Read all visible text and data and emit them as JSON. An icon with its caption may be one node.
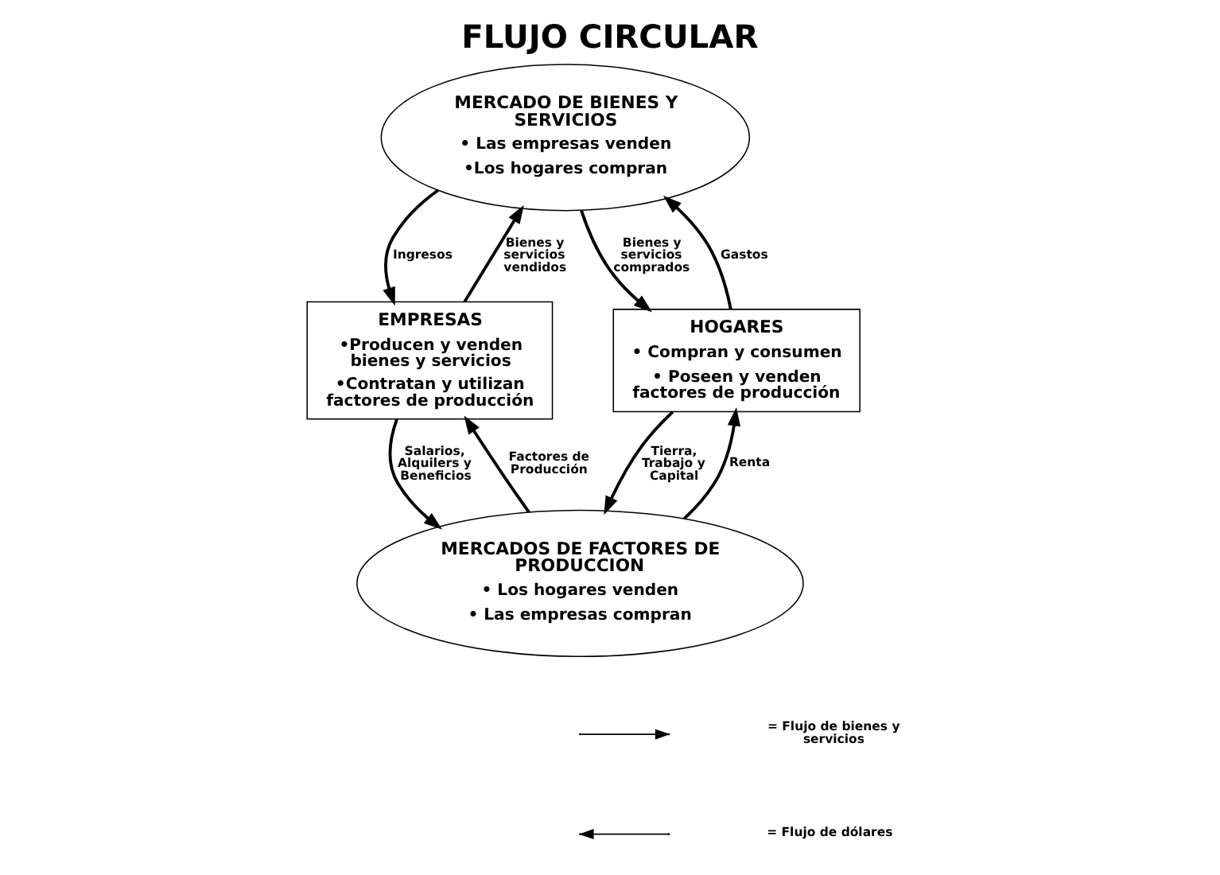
{
  "diagram": {
    "title": "FLUJO CIRCULAR",
    "nodes": [
      {
        "text": [
          "MERCADO DE BIENES Y SERVICIOS",
          "• Las empresas venden",
          "•Los hogares compran"
        ]
      },
      {
        "text": [
          "EMPRESAS",
          "•Producen y venden bienes y servicios",
          "•Contratan y utilizan factores de producción"
        ]
      },
      {
        "text": [
          "HOGARES",
          "• Compran y consumen",
          "• Poseen y venden factores de producción"
        ]
      },
      {
        "text": [
          "MERCADOS DE FACTORES DE PRODUCCION",
          "• Los hogares venden",
          "• Las empresas compran"
        ]
      }
    ],
    "edges": [
      {
        "from": 0,
        "to": 1,
        "arrow": "to",
        "label": "Ingresos"
      },
      {
        "from": 1,
        "to": 0,
        "arrow": "to",
        "label": "Bienes y servicios vendidos"
      },
      {
        "from": 2,
        "to": 0,
        "arrow": "to",
        "label": "Gastos"
      },
      {
        "from": 0,
        "to": 2,
        "arrow": "to",
        "label": "Bienes y servicios comprados"
      },
      {
        "from": 3,
        "to": 1,
        "arrow": "to",
        "label": "Factores de Producción"
      },
      {
        "from": 1,
        "to": 3,
        "arrow": "to",
        "label": "Salarios, Alquilers y Beneficios"
      },
      {
        "from": 2,
        "to": 3,
        "arrow": "to",
        "label": "Tierra, Trabajo y Capital"
      },
      {
        "from": 3,
        "to": 2,
        "arrow": "to",
        "label": "Renta"
      }
    ],
    "legend": [
      {
        "text": "= Flujo de bienes y servicios"
      },
      {
        "text": "= Flujo de dólares"
      }
    ]
  }
}
